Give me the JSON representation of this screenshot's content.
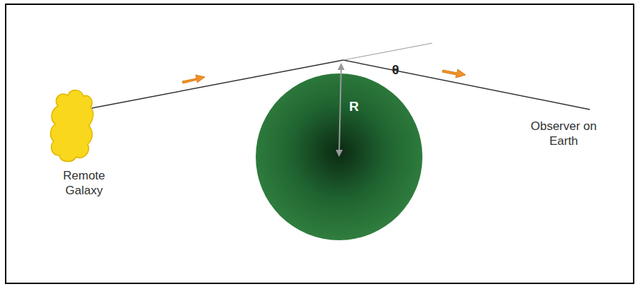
{
  "diagram": {
    "labels": [
      "Remote Galaxy",
      "θ",
      "R",
      "Observer on Earth"
    ]
  }
}
